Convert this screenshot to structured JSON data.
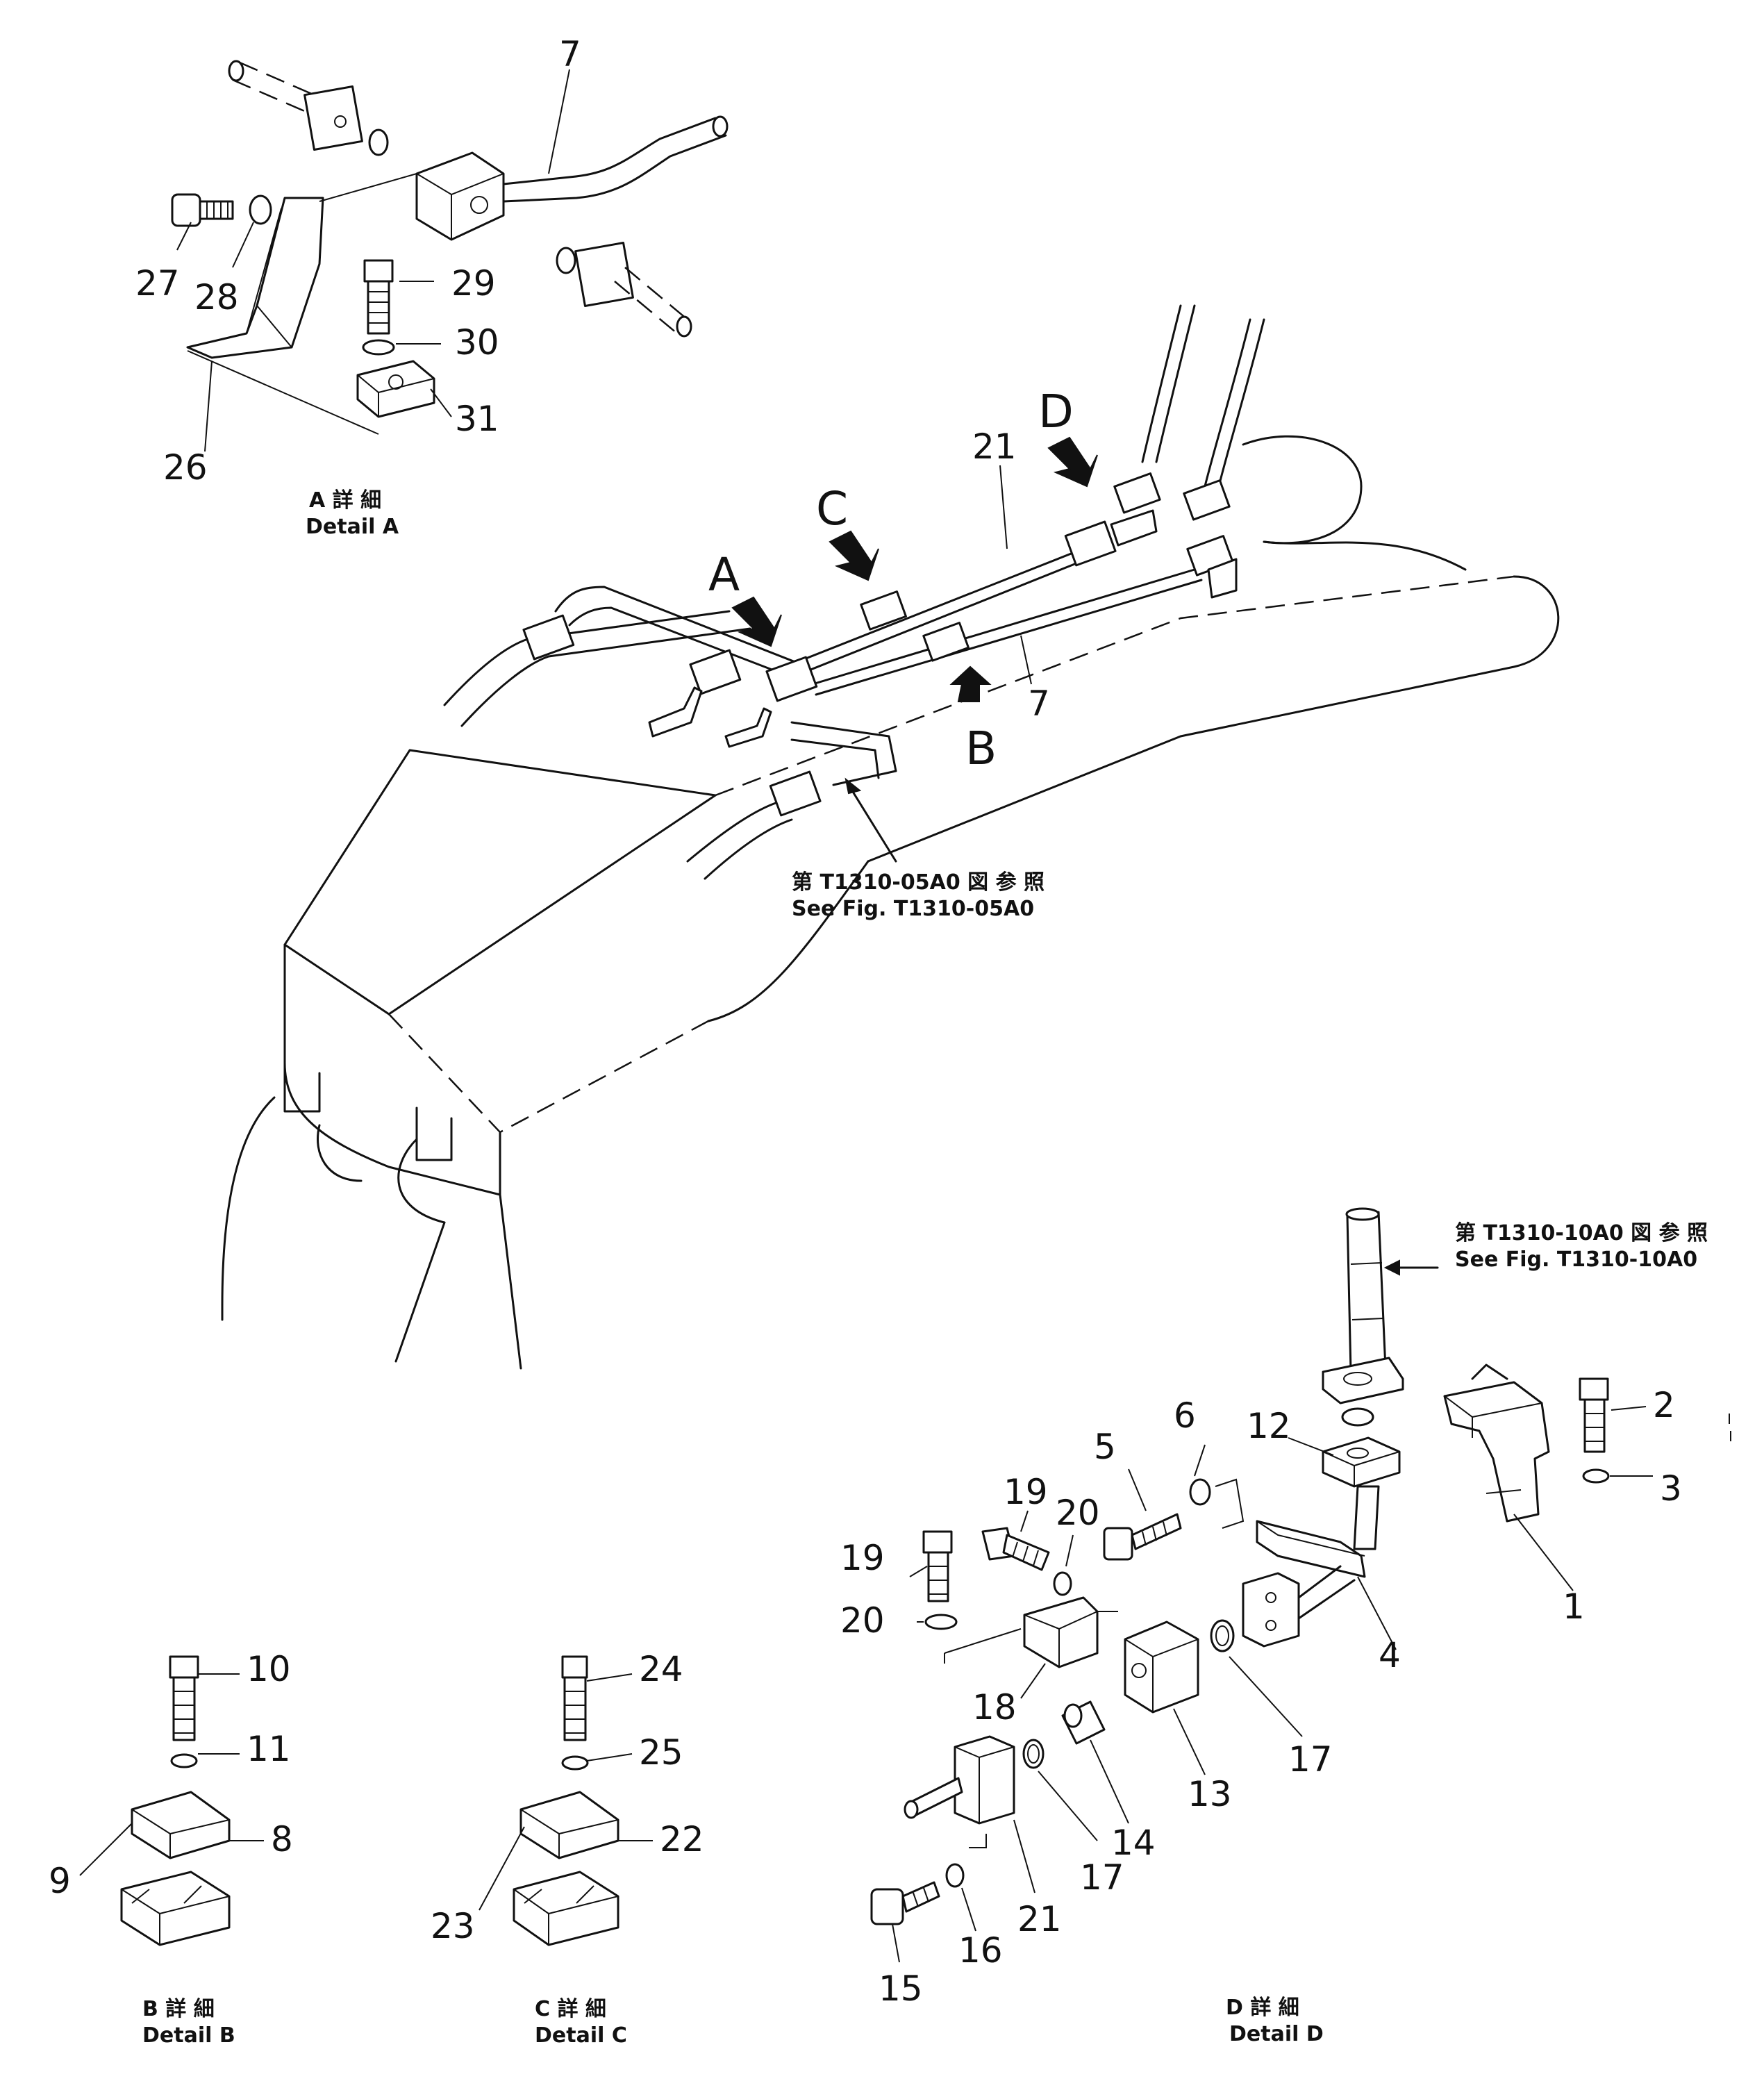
{
  "main_view": {
    "view_labels": [
      "A",
      "B",
      "C",
      "D"
    ],
    "pipe_labels": [
      "21",
      "7"
    ],
    "ref_1_jp": "第 T1310-05A0 図 参 照",
    "ref_1_en": "See Fig. T1310-05A0"
  },
  "detail_a": {
    "callouts": [
      "7",
      "27",
      "28",
      "29",
      "30",
      "26",
      "31"
    ],
    "caption_jp": "A 詳 細",
    "caption_en": "Detail A"
  },
  "detail_b": {
    "callouts": [
      "10",
      "11",
      "8",
      "9"
    ],
    "caption_jp": "B 詳 細",
    "caption_en": "Detail B"
  },
  "detail_c": {
    "callouts": [
      "24",
      "25",
      "22",
      "23"
    ],
    "caption_jp": "C 詳 細",
    "caption_en": "Detail C"
  },
  "detail_d": {
    "ref_jp": "第 T1310-10A0 図 参 照",
    "ref_en": "See Fig. T1310-10A0",
    "callouts": [
      "2",
      "3",
      "6",
      "12",
      "5",
      "19",
      "20",
      "19",
      "20",
      "1",
      "4",
      "18",
      "13",
      "17",
      "14",
      "17",
      "21",
      "16",
      "15"
    ],
    "caption_jp": "D 詳 細",
    "caption_en": "Detail D"
  }
}
